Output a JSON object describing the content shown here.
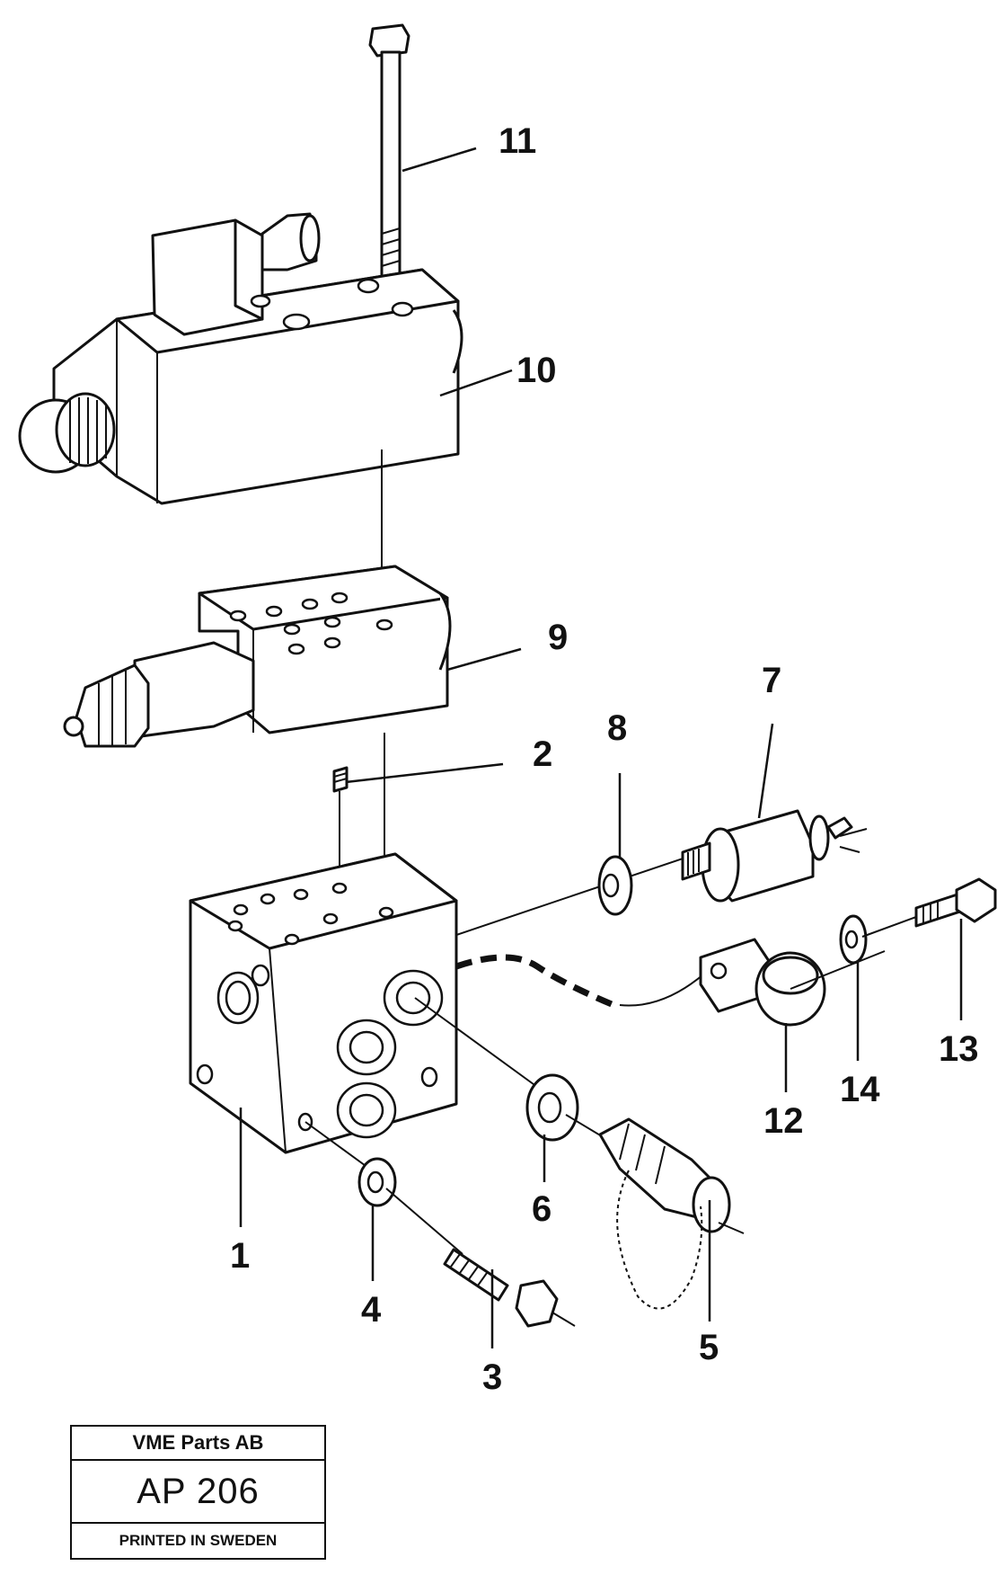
{
  "callouts": {
    "p1": "1",
    "p2": "2",
    "p3": "3",
    "p4": "4",
    "p5": "5",
    "p6": "6",
    "p7": "7",
    "p8": "8",
    "p9": "9",
    "p10": "10",
    "p11": "11",
    "p12": "12",
    "p13": "13",
    "p14": "14"
  },
  "title_block": {
    "company": "VME Parts AB",
    "code": "AP 206",
    "printed": "PRINTED IN SWEDEN"
  }
}
